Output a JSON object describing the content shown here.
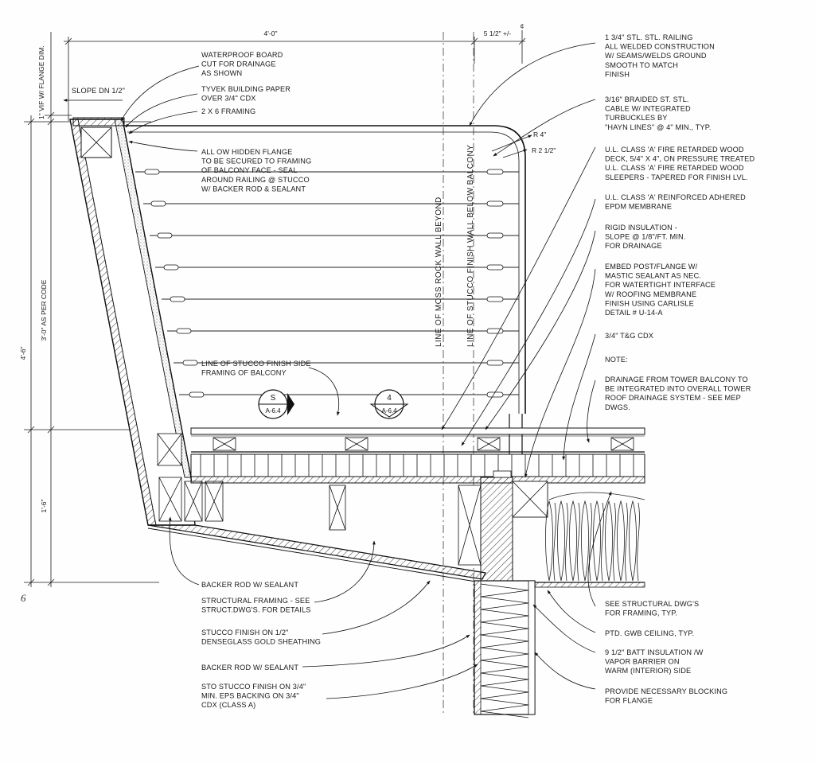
{
  "page_number": "6",
  "dimensions": {
    "top_width": "4'-0\"",
    "top_offset": "5 1/2\" +/-",
    "centerline": "¢",
    "flange_dim": "1\" VIF W/ FLANGE DIM.",
    "rail_height": "3'-0\" AS PER CODE",
    "overall_height": "4'-6\"",
    "lower_height": "1'-6\"",
    "radius_outer": "R 4\"",
    "radius_inner": "R 2 1/2\""
  },
  "slope_note": "SLOPE DN 1/2\"",
  "section_tags": [
    {
      "id": "S",
      "sheet": "A-6.4"
    },
    {
      "id": "4",
      "sheet": "A-6.4"
    }
  ],
  "vertical_labels": {
    "moss_rock": "LINE OF MOSS ROCK WALL BEYOND",
    "stucco_below": "LINE OF STUCCO FINISH WALL BELOW BALCONY"
  },
  "center_notes": [
    [
      "WATERPROOF BOARD",
      "CUT FOR DRAINAGE",
      "AS SHOWN"
    ],
    [
      "TYVEK BUILDING PAPER",
      "OVER 3/4\" CDX"
    ],
    [
      "2 X 6 FRAMING"
    ],
    [
      "ALL OW HIDDEN FLANGE",
      "TO BE SECURED TO FRAMING",
      "OF BALCONY FACE - SEAL",
      "AROUND RAILING @ STUCCO",
      "W/ BACKER ROD & SEALANT"
    ],
    [
      "LINE OF STUCCO FINISH SIDE",
      "FRAMING OF BALCONY"
    ]
  ],
  "right_notes": [
    [
      "1 3/4\" STL. STL. RAILING",
      "ALL WELDED CONSTRUCTION",
      "W/ SEAMS/WELDS GROUND",
      "SMOOTH TO MATCH",
      "FINISH"
    ],
    [
      "3/16\" BRAIDED ST. STL.",
      "CABLE W/ INTEGRATED",
      "TURBUCKLES BY",
      "\"HAYN LINES\" @ 4\" MIN., TYP."
    ],
    [
      "U.L. CLASS 'A' FIRE RETARDED WOOD",
      "DECK, 5/4\" X 4\", ON PRESSURE TREATED",
      "U.L. CLASS 'A' FIRE RETARDED WOOD",
      "SLEEPERS - TAPERED FOR FINISH LVL."
    ],
    [
      "U.L. CLASS 'A' REINFORCED ADHERED",
      "EPDM MEMBRANE"
    ],
    [
      "RIGID INSULATION -",
      "SLOPE @ 1/8\"/FT. MIN.",
      "FOR DRAINAGE"
    ],
    [
      "EMBED POST/FLANGE W/",
      "MASTIC SEALANT AS NEC.",
      "FOR WATERTIGHT INTERFACE",
      "W/ ROOFING MEMBRANE",
      "FINISH USING CARLISLE",
      "DETAIL # U-14-A"
    ],
    [
      "3/4\" T&G CDX"
    ],
    [
      "NOTE:"
    ],
    [
      "DRAINAGE FROM TOWER BALCONY TO",
      "BE INTEGRATED INTO OVERALL TOWER",
      "ROOF DRAINAGE SYSTEM - SEE MEP",
      "DWGS."
    ]
  ],
  "bottom_notes": [
    [
      "BACKER ROD W/ SEALANT"
    ],
    [
      "STRUCTURAL FRAMING - SEE",
      "STRUCT.DWG'S. FOR DETAILS"
    ],
    [
      "STUCCO FINISH ON 1/2\"",
      "DENSEGLASS GOLD SHEATHING"
    ],
    [
      "BACKER ROD W/ SEALANT"
    ],
    [
      "STO STUCCO FINISH ON 3/4\"",
      "MIN. EPS BACKING ON 3/4\"",
      "CDX (CLASS A)"
    ]
  ],
  "bottom_right_notes": [
    [
      "SEE STRUCTURAL DWG'S",
      "FOR FRAMING, TYP."
    ],
    [
      "PTD. GWB CEILING, TYP."
    ],
    [
      "9 1/2\" BATT INSULATION /W",
      "VAPOR BARRIER ON",
      "WARM (INTERIOR) SIDE"
    ],
    [
      "PROVIDE NECESSARY BLOCKING",
      "FOR FLANGE"
    ]
  ]
}
